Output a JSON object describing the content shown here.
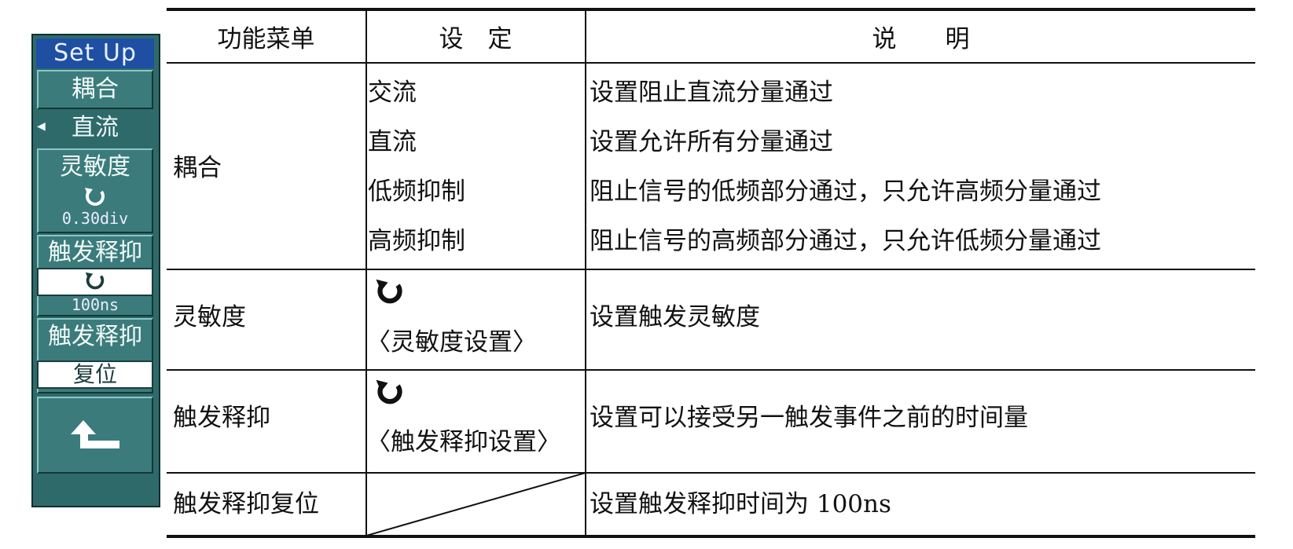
{
  "side_menu": {
    "title": "Set Up",
    "coupling": {
      "label": "耦合",
      "value": "直流"
    },
    "sensitivity": {
      "label": "灵敏度",
      "value": "0.30div"
    },
    "holdoff": {
      "label": "触发释抑",
      "value": "100ns"
    },
    "holdoff_reset": {
      "label": "触发释抑",
      "value": "复位"
    },
    "back_icon": "return-arrow-icon",
    "knob_icon": "rotate-knob-icon"
  },
  "table": {
    "headers": {
      "menu": "功能菜单",
      "setting": "设　定",
      "desc": "说　　明"
    },
    "rows": {
      "coupling": {
        "menu": "耦合",
        "settings": [
          "交流",
          "直流",
          "低频抑制",
          "高频抑制"
        ],
        "descs": [
          "设置阻止直流分量通过",
          "设置允许所有分量通过",
          "阻止信号的低频部分通过，只允许高频分量通过",
          "阻止信号的高频部分通过，只允许低频分量通过"
        ]
      },
      "sensitivity": {
        "menu": "灵敏度",
        "setting": "〈灵敏度设置〉",
        "desc": "设置触发灵敏度"
      },
      "holdoff": {
        "menu": "触发释抑",
        "setting": "〈触发释抑设置〉",
        "desc": "设置可以接受另一触发事件之前的时间量"
      },
      "holdoff_reset": {
        "menu": "触发释抑复位",
        "desc": "设置触发释抑时间为 100ns"
      }
    }
  }
}
